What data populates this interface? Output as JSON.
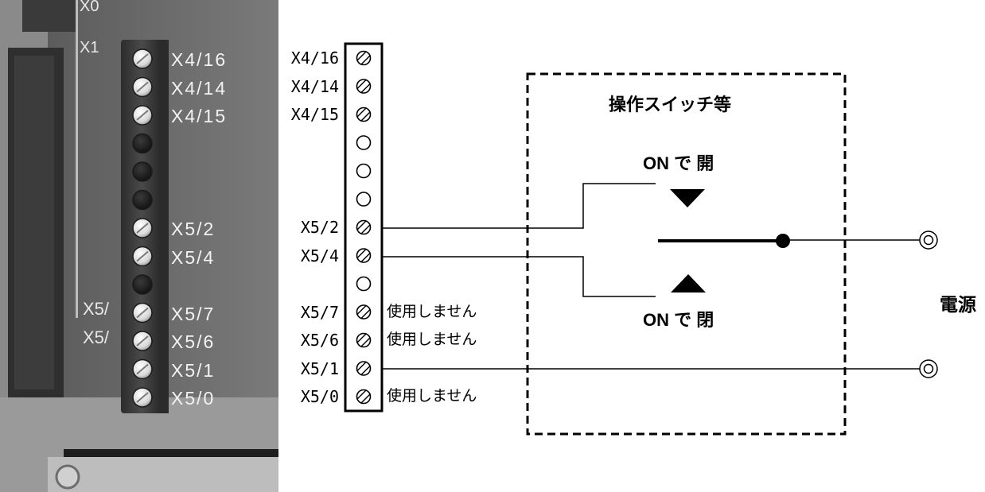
{
  "photo": {
    "top_labels": [
      "X0",
      "X1"
    ],
    "side_labels": [
      "X5/",
      "X5/"
    ],
    "rows": [
      {
        "label": "X4/16",
        "screw": "light"
      },
      {
        "label": "X4/14",
        "screw": "light"
      },
      {
        "label": "X4/15",
        "screw": "light"
      },
      {
        "label": "",
        "screw": "dark"
      },
      {
        "label": "",
        "screw": "dark"
      },
      {
        "label": "",
        "screw": "dark"
      },
      {
        "label": "X5/2",
        "screw": "light"
      },
      {
        "label": "X5/4",
        "screw": "light"
      },
      {
        "label": "",
        "screw": "dark"
      },
      {
        "label": "X5/7",
        "screw": "light"
      },
      {
        "label": "X5/6",
        "screw": "light"
      },
      {
        "label": "X5/1",
        "screw": "light"
      },
      {
        "label": "X5/0",
        "screw": "light"
      }
    ]
  },
  "block": {
    "rows": [
      {
        "label": "X4/16",
        "type": "screw",
        "note": ""
      },
      {
        "label": "X4/14",
        "type": "screw",
        "note": ""
      },
      {
        "label": "X4/15",
        "type": "screw",
        "note": ""
      },
      {
        "label": "",
        "type": "empty",
        "note": ""
      },
      {
        "label": "",
        "type": "empty",
        "note": ""
      },
      {
        "label": "",
        "type": "empty",
        "note": ""
      },
      {
        "label": "X5/2",
        "type": "screw",
        "note": ""
      },
      {
        "label": "X5/4",
        "type": "screw",
        "note": ""
      },
      {
        "label": "",
        "type": "empty",
        "note": ""
      },
      {
        "label": "X5/7",
        "type": "screw",
        "note": "使用しません"
      },
      {
        "label": "X5/6",
        "type": "screw",
        "note": "使用しません"
      },
      {
        "label": "X5/1",
        "type": "screw",
        "note": ""
      },
      {
        "label": "X5/0",
        "type": "screw",
        "note": "使用しません"
      }
    ]
  },
  "switch_box": {
    "title": "操作スイッチ等",
    "open_label": "ON で 開",
    "close_label": "ON で 閉"
  },
  "power": {
    "label": "電源"
  }
}
